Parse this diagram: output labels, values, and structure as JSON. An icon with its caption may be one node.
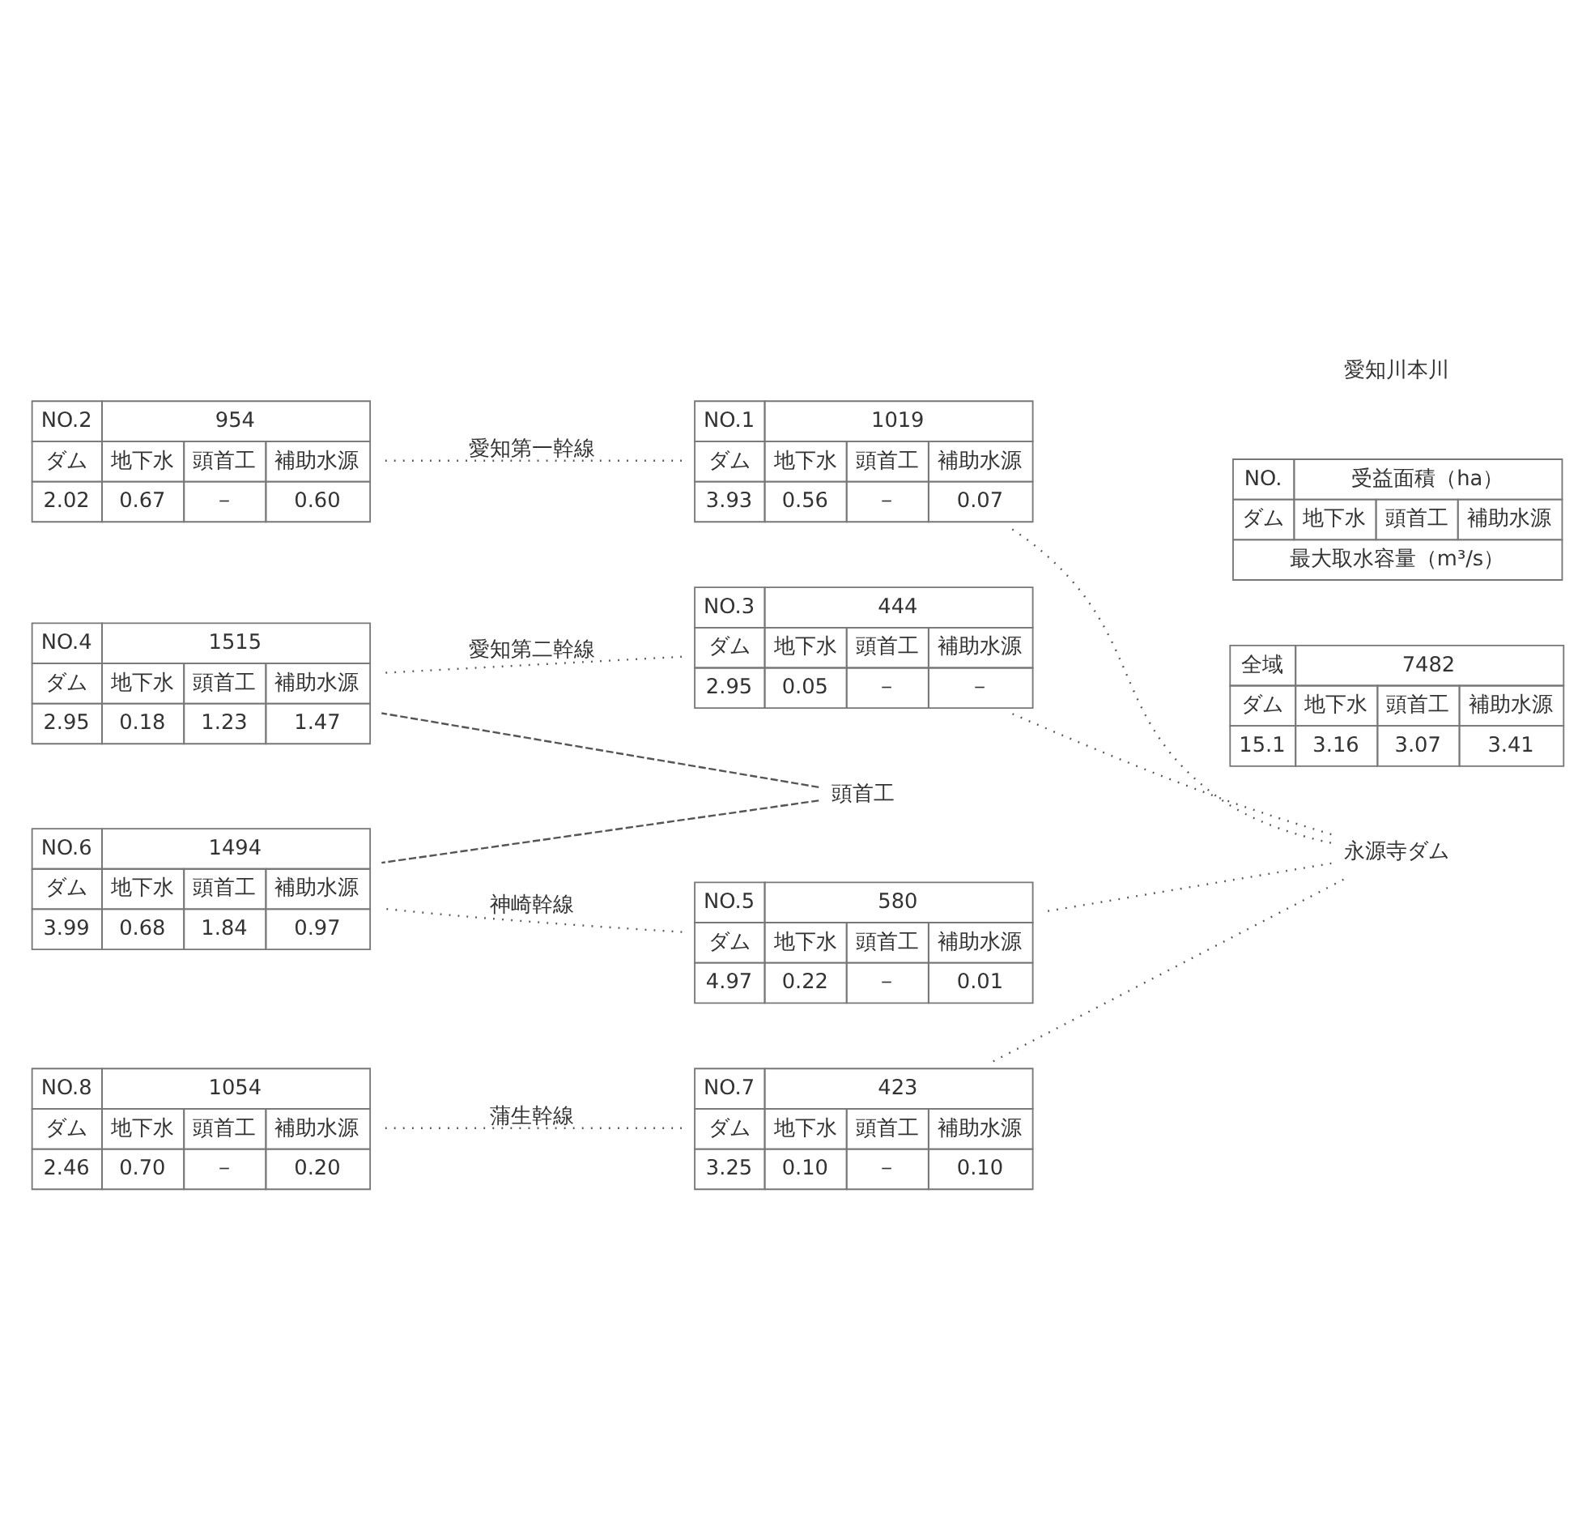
{
  "diagram": {
    "nodes": [
      {
        "text": [
          "NO.2",
          "954",
          "ダム",
          "地下水",
          "頭首工",
          "補助水源",
          "2.02",
          "0.67",
          "－",
          "0.60"
        ]
      },
      {
        "text": [
          "NO.1",
          "1019",
          "ダム",
          "地下水",
          "頭首工",
          "補助水源",
          "3.93",
          "0.56",
          "－",
          "0.07"
        ]
      },
      {
        "text": [
          "NO.4",
          "1515",
          "ダム",
          "地下水",
          "頭首工",
          "補助水源",
          "2.95",
          "0.18",
          "1.23",
          "1.47"
        ]
      },
      {
        "text": [
          "NO.3",
          "444",
          "ダム",
          "地下水",
          "頭首工",
          "補助水源",
          "2.95",
          "0.05",
          "－",
          "－"
        ]
      },
      {
        "text": [
          "頭首工"
        ]
      },
      {
        "text": [
          "永源寺ダム"
        ]
      },
      {
        "text": [
          "NO.6",
          "1494",
          "ダム",
          "地下水",
          "頭首工",
          "補助水源",
          "3.99",
          "0.68",
          "1.84",
          "0.97"
        ]
      },
      {
        "text": [
          "NO.5",
          "580",
          "ダム",
          "地下水",
          "頭首工",
          "補助水源",
          "4.97",
          "0.22",
          "－",
          "0.01"
        ]
      },
      {
        "text": [
          "NO.8",
          "1054",
          "ダム",
          "地下水",
          "頭首工",
          "補助水源",
          "2.46",
          "0.70",
          "－",
          "0.20"
        ]
      },
      {
        "text": [
          "NO.7",
          "423",
          "ダム",
          "地下水",
          "頭首工",
          "補助水源",
          "3.25",
          "0.10",
          "－",
          "0.10"
        ]
      },
      {
        "text": [
          "全域",
          "7482",
          "ダム",
          "地下水",
          "頭首工",
          "補助水源",
          "15.1",
          "3.16",
          "3.07",
          "3.41"
        ]
      },
      {
        "text": [
          "NO.",
          "受益面積（ha）",
          "ダム",
          "地下水",
          "頭首工",
          "補助水源",
          "最大取水容量（m³/s）"
        ]
      }
    ],
    "edges": [
      {
        "from": 1,
        "to": 0,
        "arrow": "none",
        "label": "愛知第一幹線"
      },
      {
        "from": 5,
        "to": 1,
        "arrow": "none"
      },
      {
        "from": 3,
        "to": 2,
        "arrow": "none",
        "label": "愛知第二幹線"
      },
      {
        "from": 5,
        "to": 3,
        "arrow": "none"
      },
      {
        "from": 4,
        "to": 2,
        "arrow": "none",
        "style": "dashed"
      },
      {
        "from": 4,
        "to": 6,
        "arrow": "none",
        "style": "dashed"
      },
      {
        "from": 7,
        "to": 6,
        "arrow": "none",
        "label": "神崎幹線"
      },
      {
        "from": 5,
        "to": 7,
        "arrow": "none"
      },
      {
        "from": 9,
        "to": 8,
        "arrow": "none",
        "label": "蒲生幹線"
      },
      {
        "from": 5,
        "to": 9,
        "arrow": "none"
      }
    ],
    "labels": [
      "愛知川本川"
    ]
  }
}
